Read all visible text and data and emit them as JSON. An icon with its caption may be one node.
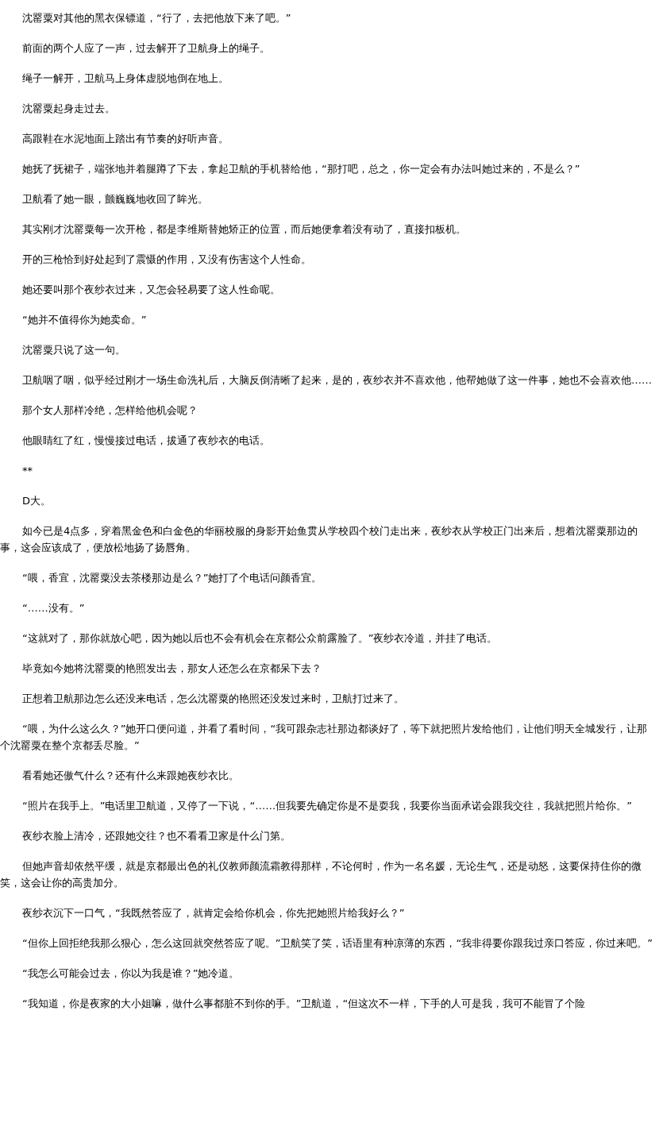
{
  "diagram": {
    "labels": [
      "沈罂粟对其他的黑衣保镖道，“行了，去把他放下来了吧。”",
      "前面的两个人应了一声，过去解开了卫航身上的绳子。",
      "绳子一解开，卫航马上身体虚脱地倒在地上。",
      "沈罂粟起身走过去。",
      "高跟鞋在水泥地面上踏出有节奏的好听声音。",
      "她抚了抚裙子，端张地并着腿蹲了下去，拿起卫航的手机替给他，“那打吧，总之，你一定会有办法叫她过来的，不是么？”",
      "卫航看了她一眼，颤巍巍地收回了眸光。",
      "其实刚才沈罂粟每一次开枪，都是李维斯替她矫正的位置，而后她便拿着没有动了，直接扣板机。",
      "开的三枪恰到好处起到了震慑的作用，又没有伤害这个人性命。",
      "她还要叫那个夜纱衣过来，又怎会轻易要了这人性命呢。",
      "“她并不值得你为她卖命。”",
      "沈罂粟只说了这一句。",
      "卫航咽了咽，似乎经过刚才一场生命洗礼后，大脑反倒清晰了起来，是的，夜纱衣并不喜欢他，他帮她做了这一件事，她也不会喜欢他……",
      "那个女人那样冷绝，怎样给他机会呢？",
      "他眼睛红了红，慢慢接过电话，拔通了夜纱衣的电话。",
      "**",
      "D大。",
      "如今已是4点多，穿着黑金色和白金色的华丽校服的身影开始鱼贯从学校四个校门走出来，夜纱衣从学校正门出来后，想着沈罂粟那边的事，这会应该成了，便放松地扬了扬唇角。",
      "“喂，香宜，沈罂粟没去茶楼那边是么？”她打了个电话问颜香宜。",
      "“……没有。”",
      "“这就对了，那你就放心吧，因为她以后也不会有机会在京都公众前露脸了。”夜纱衣冷道，并挂了电话。",
      "毕竟如今她将沈罂粟的艳照发出去，那女人还怎么在京都呆下去？",
      "正想着卫航那边怎么还没来电话，怎么沈罂粟的艳照还没发过来时，卫航打过来了。",
      "“喂，为什么这么久？”她开口便问道，并看了看时间，“我可跟杂志社那边都谈好了，等下就把照片发给他们，让他们明天全城发行，让那个沈罂粟在整个京都丢尽脸。”",
      "看看她还傲气什么？还有什么来跟她夜纱衣比。",
      "“照片在我手上。”电话里卫航道，又停了一下说，“……但我要先确定你是不是耍我，我要你当面承诺会跟我交往，我就把照片给你。”",
      "夜纱衣脸上清冷，还跟她交往？也不看看卫家是什么门第。",
      "但她声音却依然平缓，就是京都最出色的礼仪教师颜流霜教得那样，不论何时，作为一名名媛，无论生气，还是动怒，这要保持住你的微笑，这会让你的高贵加分。",
      "夜纱衣沉下一口气，“我既然答应了，就肯定会给你机会，你先把她照片给我好么？”",
      "“但你上回拒绝我那么狠心，怎么这回就突然答应了呢。”卫航笑了笑，话语里有种凉薄的东西，“我非得要你跟我过亲口答应，你过来吧。”",
      "“我怎么可能会过去，你以为我是谁？”她冷道。",
      "“我知道，你是夜家的大小姐嘛，做什么事都脏不到你的手。”卫航道，“但这次不一样，下手的人可是我，我可不能冒了个险"
    ]
  }
}
